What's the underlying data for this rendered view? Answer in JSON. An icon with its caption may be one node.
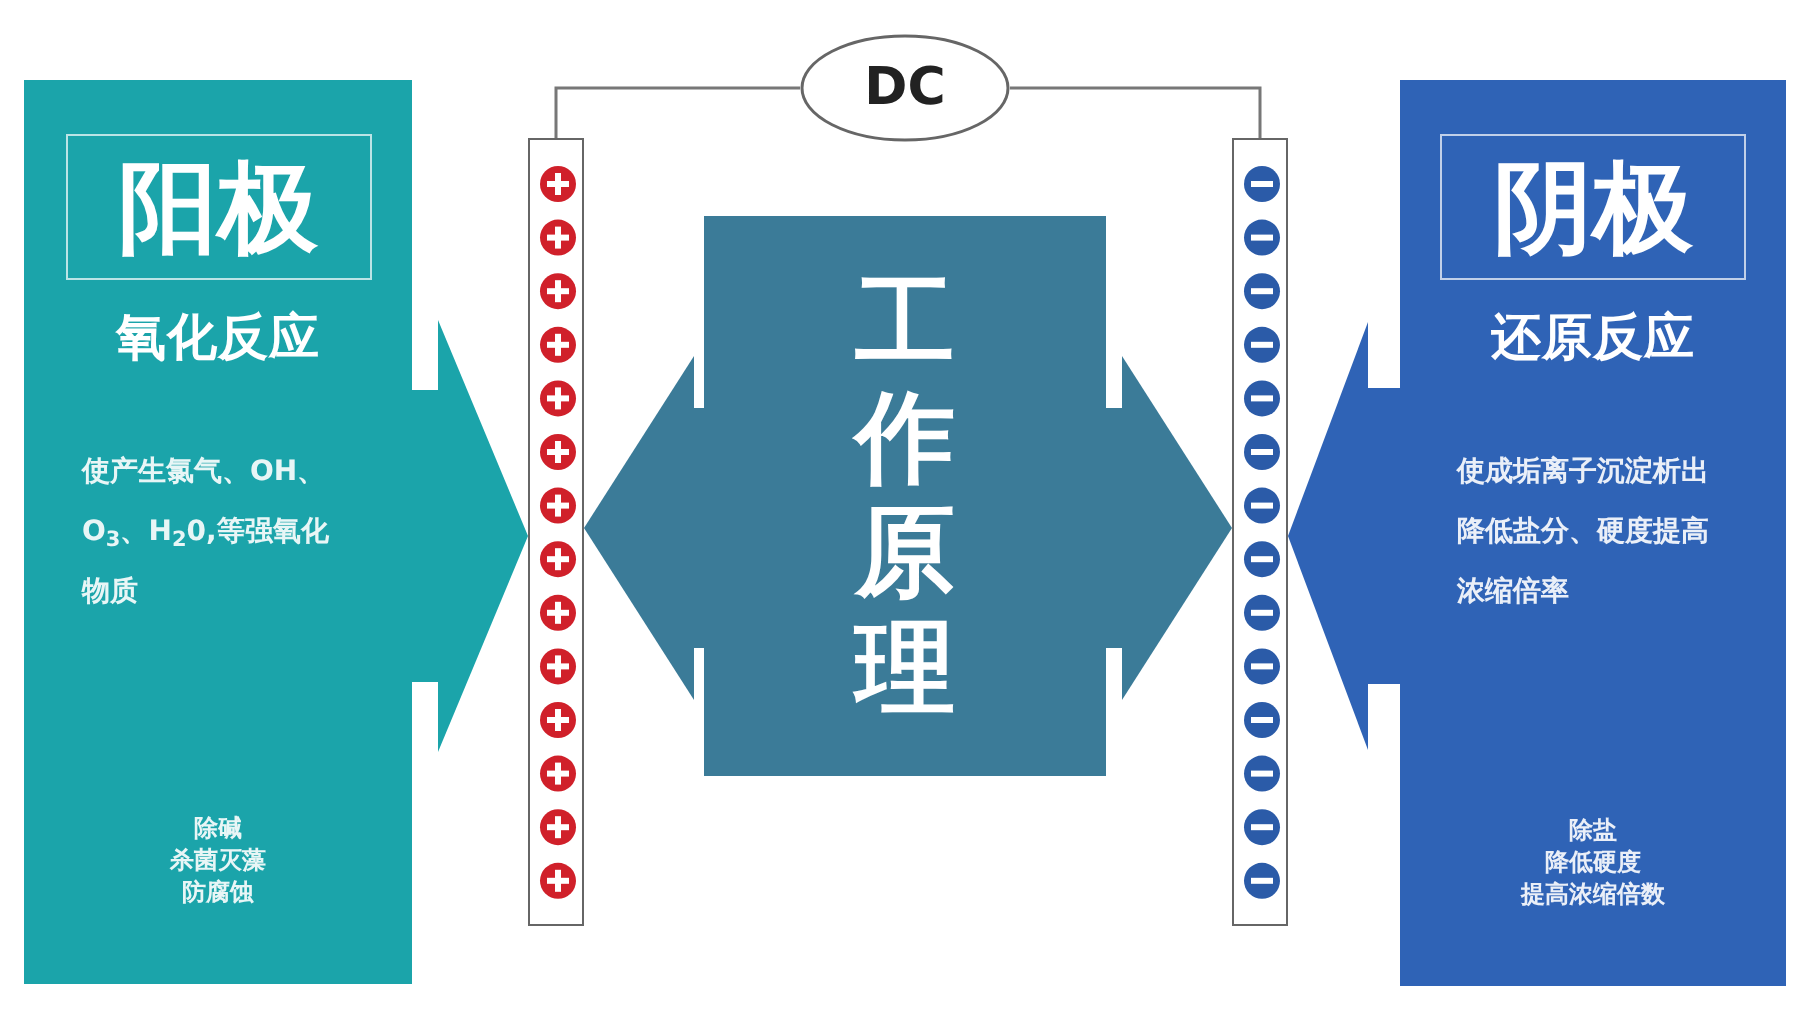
{
  "diagram": {
    "nodes": [
      {
        "text": [
          "阳极",
          "氧化反应",
          "使产生氯气、OH、O$_{3}$、H$_{2}$0,等强氧化物质",
          "除碱",
          "杀菌灭藻",
          "防腐蚀"
        ]
      },
      {
        "text": [],
        "shape": "bar"
      },
      {
        "text": [
          "DC"
        ]
      },
      {
        "text": [],
        "shape": "bar"
      },
      {
        "text": [
          "工作原理"
        ]
      },
      {
        "text": [
          "阴极",
          "还原反应",
          "使成垢离子沉淀析出降低盐分、硬度提高浓缩倍率",
          "除盐",
          "降低硬度",
          "提高浓缩倍数"
        ]
      }
    ],
    "edges": [
      {
        "from": 0,
        "to": 1,
        "arrow": "to",
        "color": "#1ba4aa"
      },
      {
        "from": 4,
        "to": 1,
        "arrow": "to",
        "color": "#3b7b98"
      },
      {
        "from": 4,
        "to": 3,
        "arrow": "to",
        "color": "#3b7b98"
      },
      {
        "from": 5,
        "to": 3,
        "arrow": "to",
        "color": "#2f63b6"
      },
      {
        "from": 1,
        "to": 2,
        "arrow": "none",
        "color": "#777777"
      },
      {
        "from": 2,
        "to": 3,
        "arrow": "none",
        "color": "#777777"
      }
    ]
  }
}
